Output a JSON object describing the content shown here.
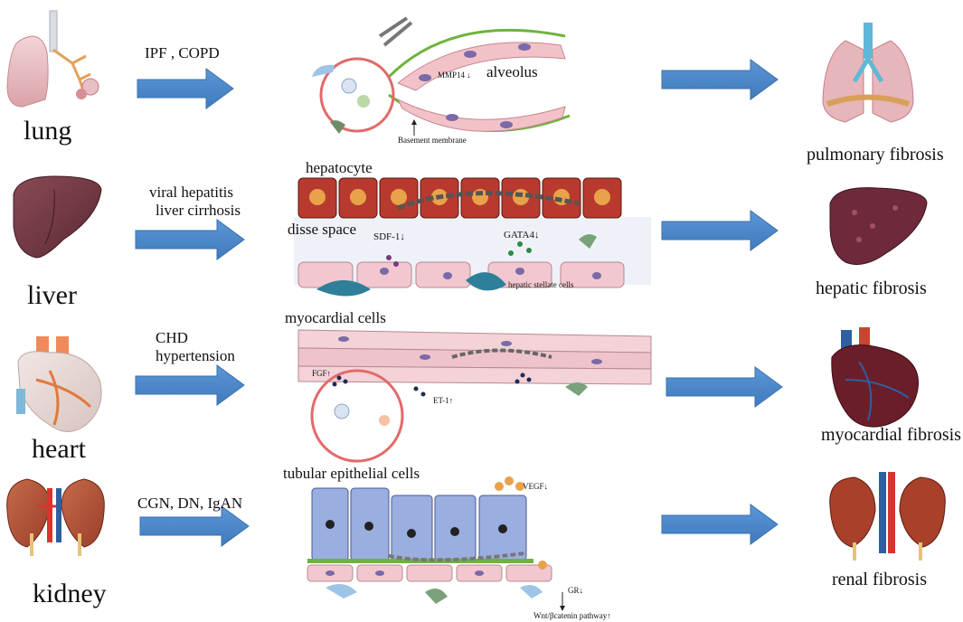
{
  "rows": [
    {
      "organ": "lung",
      "diseases": [
        "IPF , COPD"
      ],
      "outcome": "pulmonary fibrosis",
      "labels": {
        "main": "alveolus",
        "mmp": "MMP14 ↓",
        "membrane": "Basement membrane"
      }
    },
    {
      "organ": "liver",
      "diseases": [
        "viral hepatitis",
        "liver cirrhosis"
      ],
      "outcome": "hepatic fibrosis",
      "labels": {
        "top": "hepatocyte",
        "space": "disse space",
        "sdf": "SDF-1↓",
        "gata": "GATA4↓",
        "stellate": "hepatic stellate cells"
      }
    },
    {
      "organ": "heart",
      "diseases": [
        "CHD",
        "hypertension"
      ],
      "outcome": "myocardial fibrosis",
      "labels": {
        "top": "myocardial cells",
        "fgf": "FGF↑",
        "et": "ET-1↑"
      }
    },
    {
      "organ": "kidney",
      "diseases": [
        "CGN, DN, IgAN"
      ],
      "outcome": "renal fibrosis",
      "labels": {
        "top": "tubular epithelial cells",
        "vegf": "VEGF↓",
        "gr": "GR↓",
        "wnt": "Wnt/βcatenin pathway↑"
      }
    }
  ],
  "colors": {
    "arrow": "#4a86c8",
    "arrow_edge": "#3a70ad",
    "hepatocyte": "#b83a2e",
    "nucleus": "#e8a24a",
    "epithelial": "#9aaee0",
    "endothelial": "#f3c7cf",
    "membrane_green": "#6fb33e"
  }
}
